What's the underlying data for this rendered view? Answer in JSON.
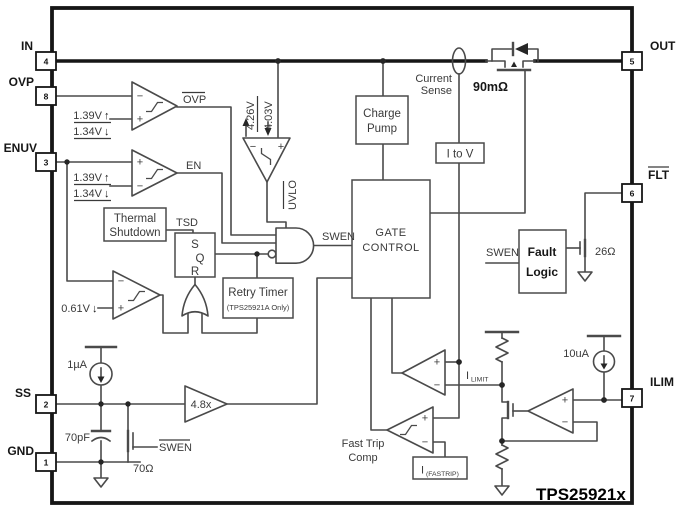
{
  "chip": {
    "title": "TPS25921x"
  },
  "pins": {
    "left": [
      {
        "label": "IN",
        "num": "4"
      },
      {
        "label": "OVP",
        "num": "8"
      },
      {
        "label": "ENUV",
        "num": "3"
      },
      {
        "label": "SS",
        "num": "2"
      },
      {
        "label": "GND",
        "num": "1"
      }
    ],
    "right": [
      {
        "label": "OUT",
        "num": "5"
      },
      {
        "label": "FLT",
        "num": "6"
      },
      {
        "label": "ILIM",
        "num": "7"
      }
    ]
  },
  "blocks": {
    "thermal_shutdown": {
      "line1": "Thermal",
      "line2": "Shutdown"
    },
    "charge_pump": {
      "line1": "Charge",
      "line2": "Pump"
    },
    "gate_control": {
      "line1": "GATE",
      "line2": "CONTROL"
    },
    "i_to_v": {
      "label": "I to V"
    },
    "retry_timer": {
      "line1": "Retry Timer",
      "line2": "(TPS25921A Only)"
    },
    "fault_logic": {
      "line1": "Fault",
      "line2": "Logic"
    },
    "sr_latch": {
      "s": "S",
      "q": "Q",
      "r": "R"
    },
    "fast_trip": {
      "line1": "Fast Trip",
      "line2": "Comp"
    },
    "i_fastrip": {
      "main": "I",
      "sub": "(FASTRIP)"
    }
  },
  "signals": {
    "ovp": "OVP",
    "en": "EN",
    "uvlo": "UVLO",
    "tsd": "TSD",
    "swen": "SWEN",
    "current_sense_1": "Current",
    "current_sense_2": "Sense",
    "i_limit_main": "I",
    "i_limit_sub": "LIMIT"
  },
  "values": {
    "rds_on": "90mΩ",
    "gain": "4.8x",
    "r_flt": "26Ω",
    "r_ss": "70Ω",
    "c_ss": "70pF",
    "i_ss": "1µA",
    "i_ilim": "10uA",
    "ovp_rise": "1.39V",
    "ovp_fall": "1.34V",
    "en_rise": "1.39V",
    "en_fall": "1.34V",
    "ss_ref": "0.61V",
    "uvlo_rise": "4.26V",
    "uvlo_fall": "4.03V"
  },
  "icons": {
    "plus": "+",
    "minus": "−",
    "arrow_up": "↑",
    "arrow_down": "↓"
  }
}
